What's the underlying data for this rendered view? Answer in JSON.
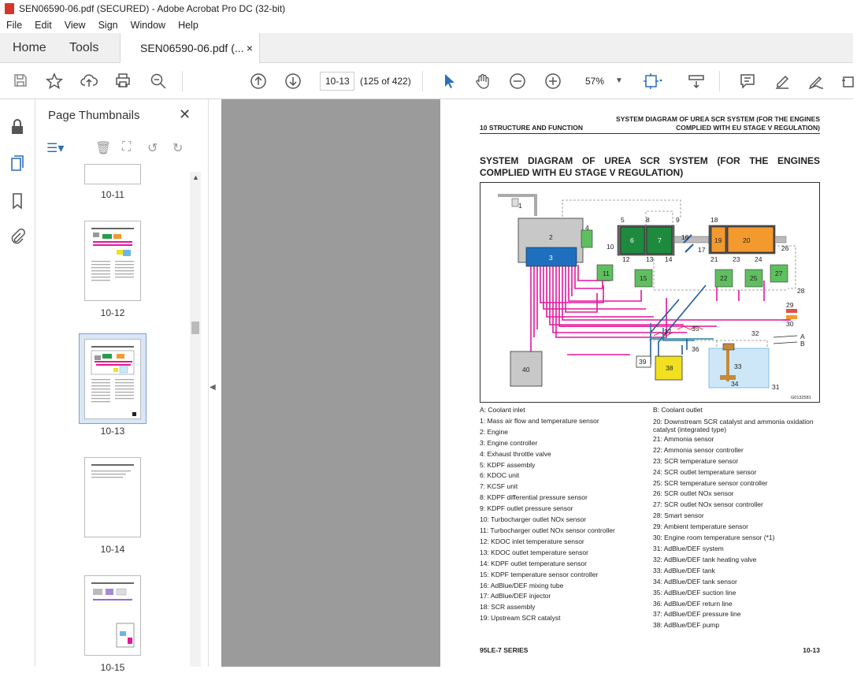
{
  "window": {
    "title": "SEN06590-06.pdf (SECURED) - Adobe Acrobat Pro DC (32-bit)"
  },
  "menu": [
    "File",
    "Edit",
    "View",
    "Sign",
    "Window",
    "Help"
  ],
  "tabs": {
    "home": "Home",
    "tools": "Tools",
    "document": "SEN06590-06.pdf (...",
    "close": "×"
  },
  "toolbar": {
    "page_input": "10-13",
    "page_count": "(125 of 422)",
    "zoom": "57%"
  },
  "sidebar": {
    "title": "Page Thumbnails",
    "close": "✕",
    "thumbnails": [
      "10-11",
      "10-12",
      "10-13",
      "10-14",
      "10-15"
    ],
    "selected": "10-13"
  },
  "page": {
    "header_left": "10 STRUCTURE AND FUNCTION",
    "header_right": "SYSTEM DIAGRAM OF UREA SCR SYSTEM (FOR THE ENGINES COMPLIED WITH EU STAGE V REGULATION)",
    "title": "SYSTEM DIAGRAM OF UREA SCR SYSTEM (FOR THE ENGINES COMPLIED WITH EU STAGE V REGULATION)",
    "diagram_code": "G0132581",
    "diagram_labels": {
      "n1": "1",
      "n2": "2",
      "n3": "3",
      "n4": "4",
      "n5": "5",
      "n6": "6",
      "n7": "7",
      "n8": "8",
      "n9": "9",
      "n10": "10",
      "n11": "11",
      "n12": "12",
      "n13": "13",
      "n14": "14",
      "n15": "15",
      "n16": "16",
      "n17": "17",
      "n18": "18",
      "n19": "19",
      "n20": "20",
      "n21": "21",
      "n22": "22",
      "n23": "23",
      "n24": "24",
      "n25": "25",
      "n26": "26",
      "n27": "27",
      "n28": "28",
      "n29": "29",
      "n30": "30",
      "n31": "31",
      "n32": "32",
      "n33": "33",
      "n34": "34",
      "n35": "35",
      "n36": "36",
      "n37": "37",
      "n38": "38",
      "n39": "39",
      "n40": "40",
      "A": "A",
      "B": "B"
    },
    "legend_left": [
      "A: Coolant inlet",
      "1: Mass air flow and temperature sensor",
      "2: Engine",
      "3: Engine controller",
      "4: Exhaust throttle valve",
      "5: KDPF assembly",
      "6: KDOC unit",
      "7: KCSF unit",
      "8: KDPF differential pressure sensor",
      "9: KDPF outlet pressure sensor",
      "10: Turbocharger outlet NOx sensor",
      "11: Turbocharger outlet NOx sensor controller",
      "12: KDOC inlet temperature sensor",
      "13: KDOC outlet temperature sensor",
      "14: KDPF outlet temperature sensor",
      "15: KDPF temperature sensor controller",
      "16: AdBlue/DEF mixing tube",
      "17: AdBlue/DEF injector",
      "18: SCR assembly",
      "19: Upstream SCR catalyst"
    ],
    "legend_right": [
      "B: Coolant outlet",
      "20: Downstream SCR catalyst and ammonia oxidation catalyst (integrated type)",
      "21: Ammonia sensor",
      "22: Ammonia sensor controller",
      "23: SCR temperature sensor",
      "24: SCR outlet temperature sensor",
      "25: SCR temperature sensor controller",
      "26: SCR outlet NOx sensor",
      "27: SCR outlet NOx sensor controller",
      "28: Smart sensor",
      "29: Ambient temperature sensor",
      "30: Engine room temperature sensor (*1)",
      "31: AdBlue/DEF system",
      "32: AdBlue/DEF tank heating valve",
      "33: AdBlue/DEF tank",
      "34: AdBlue/DEF tank sensor",
      "35: AdBlue/DEF suction line",
      "36: AdBlue/DEF return line",
      "37: AdBlue/DEF pressure line",
      "38: AdBlue/DEF pump"
    ],
    "footer_left": "95LE-7 SERIES",
    "footer_right": "10-13"
  }
}
